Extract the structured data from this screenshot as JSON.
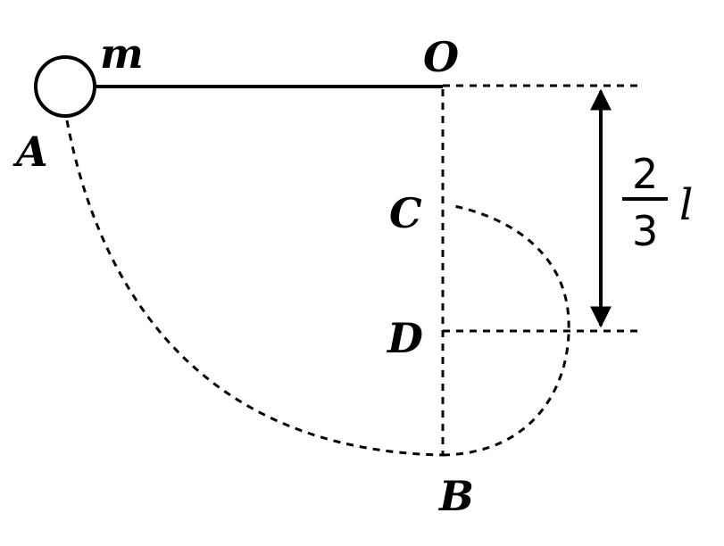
{
  "labels": {
    "mass": "m",
    "point_a": "A",
    "point_o": "O",
    "point_c": "C",
    "point_d": "D",
    "point_b": "B"
  },
  "dimension": {
    "numerator": "2",
    "denominator": "3",
    "variable": "l"
  }
}
